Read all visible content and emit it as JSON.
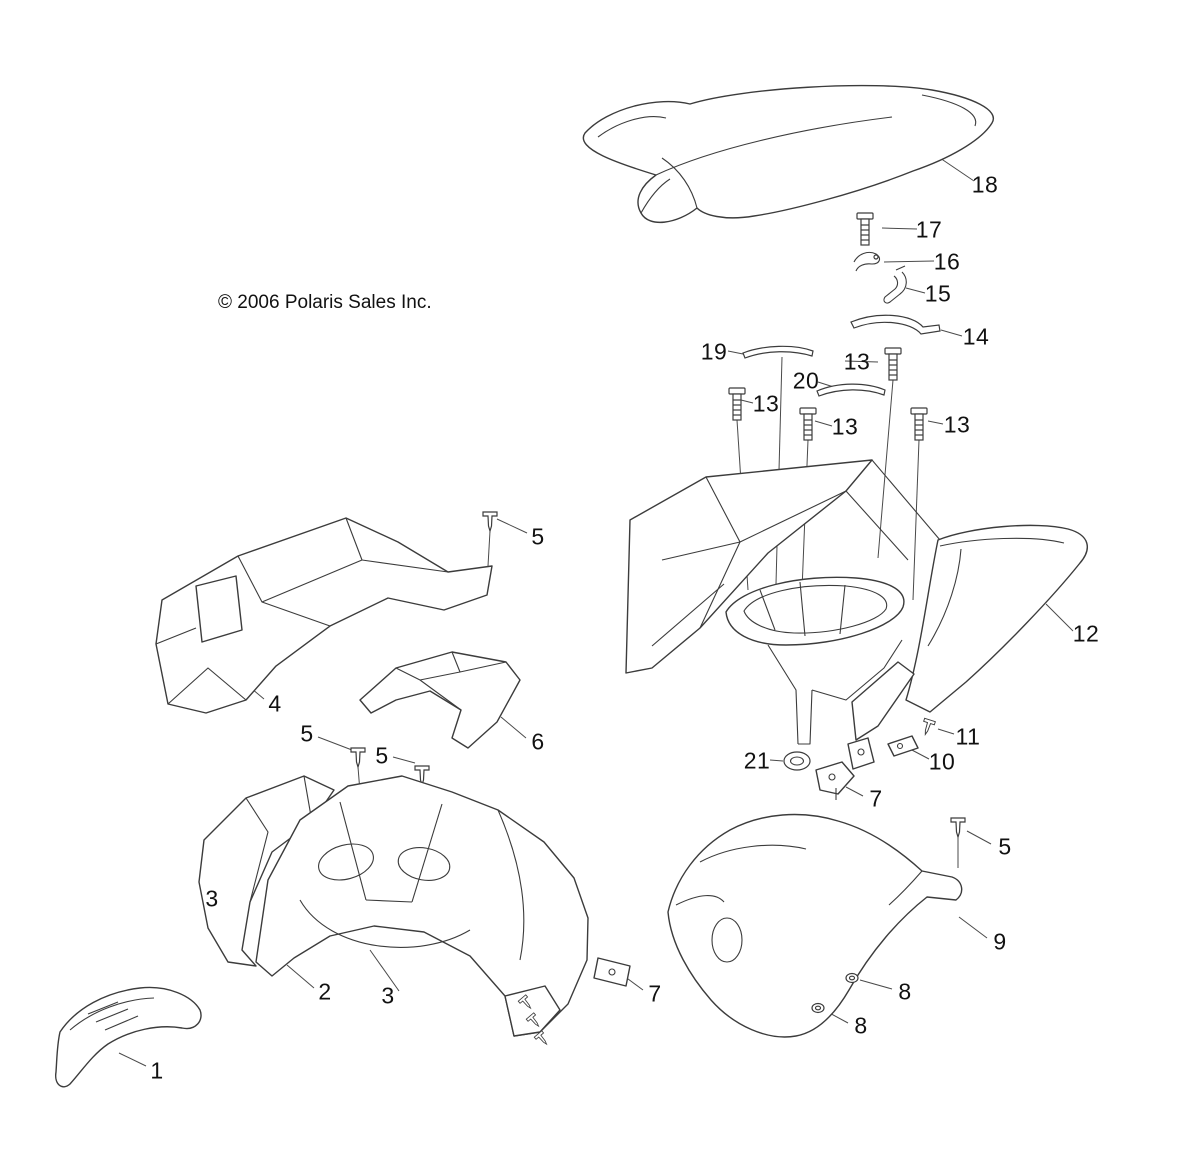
{
  "page": {
    "copyright": "© 2006 Polaris Sales Inc."
  },
  "diagram": {
    "callouts": [
      {
        "label": "18"
      },
      {
        "label": "17"
      },
      {
        "label": "16"
      },
      {
        "label": "15"
      },
      {
        "label": "14"
      },
      {
        "label": "19"
      },
      {
        "label": "13"
      },
      {
        "label": "20"
      },
      {
        "label": "13"
      },
      {
        "label": "13"
      },
      {
        "label": "13"
      },
      {
        "label": "5"
      },
      {
        "label": "12"
      },
      {
        "label": "4"
      },
      {
        "label": "5"
      },
      {
        "label": "6"
      },
      {
        "label": "5"
      },
      {
        "label": "11"
      },
      {
        "label": "10"
      },
      {
        "label": "21"
      },
      {
        "label": "7"
      },
      {
        "label": "5"
      },
      {
        "label": "3"
      },
      {
        "label": "9"
      },
      {
        "label": "2"
      },
      {
        "label": "3"
      },
      {
        "label": "7"
      },
      {
        "label": "8"
      },
      {
        "label": "8"
      },
      {
        "label": "1"
      }
    ]
  }
}
